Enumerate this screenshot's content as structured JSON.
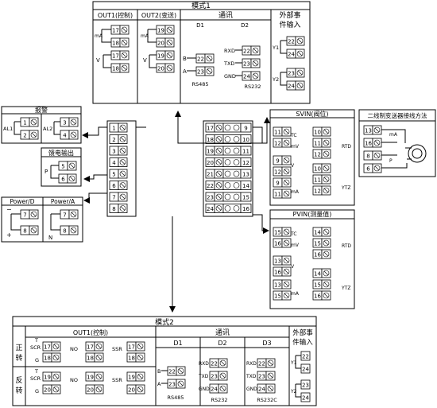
{
  "mode1": {
    "title": "模式1",
    "out1": "OUT1(控制)",
    "out2": "OUT2(变送)",
    "comm": "通讯",
    "ext": [
      "外部事",
      "件输入"
    ],
    "d1": "D1",
    "d2": "D2",
    "mA": "mA",
    "V": "V",
    "B": "B",
    "A": "A",
    "rs485": "RS485",
    "rs232": "RS232",
    "rxd": "RXD",
    "txd": "TXD",
    "gnd": "GND",
    "y1": "Y1",
    "y2": "Y2"
  },
  "alarm": {
    "title": "报警",
    "al1": "AL1",
    "al2": "AL2"
  },
  "feed": {
    "title": "馈电输出",
    "p": "P"
  },
  "power": {
    "d": "Power/D",
    "a": "Power/A",
    "n": "N"
  },
  "svin": {
    "title": "SVIN(阀位)",
    "tc": "TC",
    "mv": "mV",
    "v": "V",
    "ma": "mA",
    "rtd": "RTD",
    "ytz": "YTZ"
  },
  "pvin": {
    "title": "PVIN(测量值)",
    "tc": "TC",
    "mv": "mV",
    "v": "V",
    "ma": "mA",
    "rtd": "RTD",
    "ytz": "YTZ"
  },
  "twowire": {
    "title": "二线制变送器接线方法",
    "ma": "mA",
    "p": "P"
  },
  "mode2": {
    "title": "模式2",
    "out1": "OUT1(控制)",
    "comm": "通讯",
    "ext": [
      "外部事",
      "件输入"
    ],
    "forward": [
      "正",
      "转"
    ],
    "reverse": [
      "反",
      "转"
    ],
    "d1": "D1",
    "d2": "D2",
    "d3": "D3",
    "scr": "SCR",
    "ssr": "SSR",
    "no": "NO",
    "T": "T",
    "G": "G",
    "rs485": "RS485",
    "rs232": "RS232",
    "rs232c": "RS232C",
    "rxd": "RXD",
    "txd": "TXD",
    "gnd": "GND",
    "B": "B",
    "A": "A",
    "y1": "Y1",
    "y2": "Y2"
  },
  "terminals": {
    "left": [
      "1",
      "2",
      "3",
      "4",
      "5",
      "6",
      "7",
      "8"
    ],
    "mid_left": [
      "17",
      "18",
      "19",
      "20",
      "21",
      "22",
      "23",
      "24"
    ],
    "mid_right": [
      "9",
      "10",
      "11",
      "12",
      "13",
      "14",
      "15",
      "16"
    ]
  }
}
